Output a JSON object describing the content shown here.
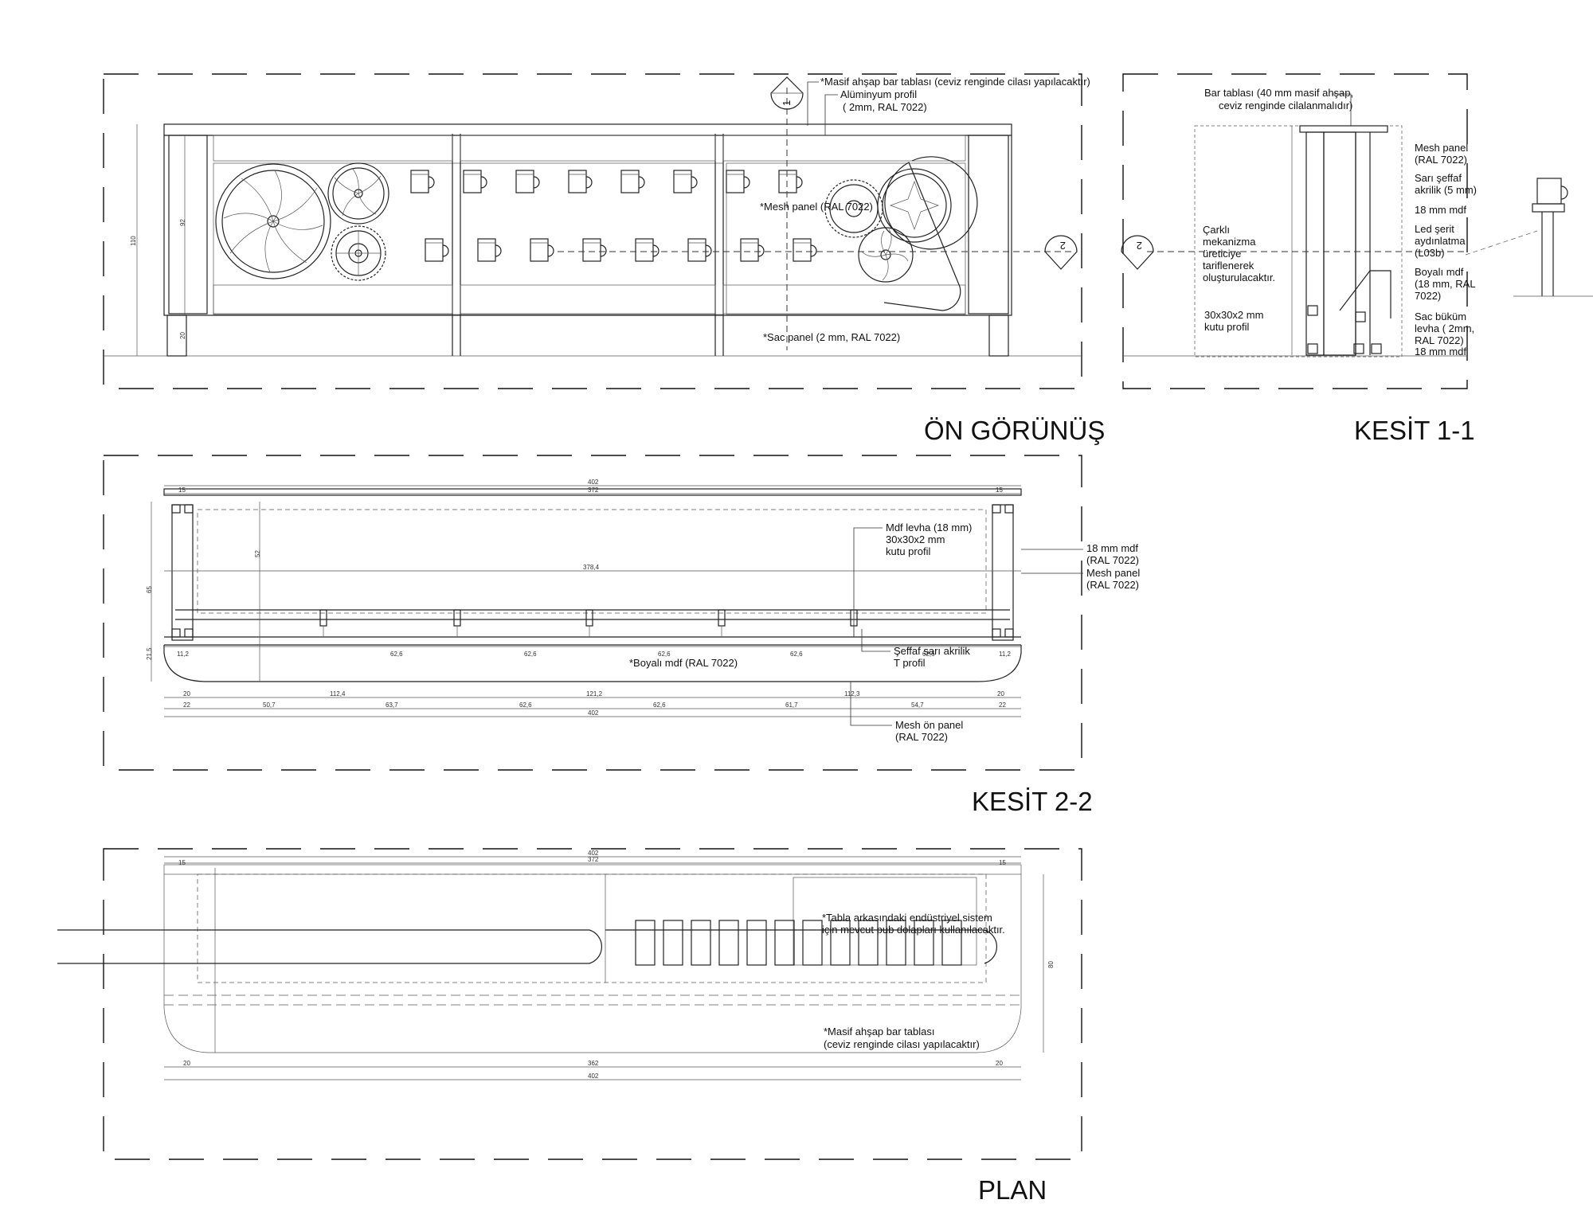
{
  "views": {
    "front_title": "ÖN GÖRÜNÜŞ",
    "section11_title": "KESİT 1-1",
    "section22_title": "KESİT 2-2",
    "plan_title": "PLAN"
  },
  "markers": {
    "m1": "1",
    "m2": "2"
  },
  "front_notes": {
    "n1": "*Masif ahşap bar tablası (ceviz renginde cilası yapılacaktır)",
    "n2": "Alüminyum profil",
    "n3": "( 2mm, RAL 7022)",
    "n4": "*Mesh panel (RAL 7022)",
    "n5": "*Sac panel (2 mm, RAL 7022)"
  },
  "front_dims": {
    "d1": "110",
    "d2": "92",
    "d3": "20"
  },
  "section11_notes": {
    "top1": "Bar tablası (40 mm masif ahşap,",
    "top2": "ceviz renginde cilalanmalıdır)",
    "r1": "Mesh panel",
    "r2": "(RAL 7022)",
    "r3": "Sarı şeffaf",
    "r4": "akrilik (5 mm)",
    "r5": "18 mm mdf",
    "r6": "Led şerit",
    "r7": "aydınlatma",
    "r8": "(L03b)",
    "r9": "Boyalı mdf",
    "r10": "(18 mm, RAL",
    "r11": "7022)",
    "r12": "Sac büküm",
    "r13": "levha ( 2mm,",
    "r14": "RAL 7022)",
    "r15": "18 mm mdf",
    "l1": "Çarklı",
    "l2": "mekanizma",
    "l3": "üreticiye",
    "l4": "tariflenerek",
    "l5": "oluşturulacaktır.",
    "l6": "30x30x2 mm",
    "l7": "kutu profil"
  },
  "section22_notes": {
    "a1": "Mdf levha (18 mm)",
    "a2": "30x30x2 mm",
    "a3": "kutu profil",
    "b1": "18 mm mdf",
    "b2": "(RAL 7022)",
    "b3": "Mesh panel",
    "b4": "(RAL 7022)",
    "c1": "Şeffaf sarı akrilik",
    "c2": "T profil",
    "d1": "*Boyalı mdf (RAL 7022)",
    "e1": "Mesh ön panel",
    "e2": "(RAL 7022)"
  },
  "section22_dims": {
    "total": "402",
    "inner": "372",
    "side": "15",
    "mid": "378,4",
    "s1": "11,2",
    "s2": "62,6",
    "s3": "62,6",
    "s4": "62,6",
    "s5": "62,6",
    "s6": "62,6",
    "s7": "11,2",
    "b1": "20",
    "b2": "112,4",
    "b3": "121,2",
    "b4": "112,3",
    "b5": "20",
    "c1": "22",
    "c2": "50,7",
    "c3": "63,7",
    "c4": "62,6",
    "c5": "62,6",
    "c6": "61,7",
    "c7": "54,7",
    "c8": "22",
    "v1": "65",
    "v2": "52",
    "v3": "21,5"
  },
  "plan_notes": {
    "p1": "*Tabla arkasındaki endüstriyel sistem",
    "p2": "için mevcut pub dolapları kullanılacaktır.",
    "p3": "*Masif ahşap bar tablası",
    "p4": "(ceviz renginde cilası yapılacaktır)"
  },
  "plan_dims": {
    "total": "402",
    "inner": "372",
    "side": "15",
    "b1": "20",
    "b2": "362",
    "b3": "20",
    "v1": "80"
  }
}
